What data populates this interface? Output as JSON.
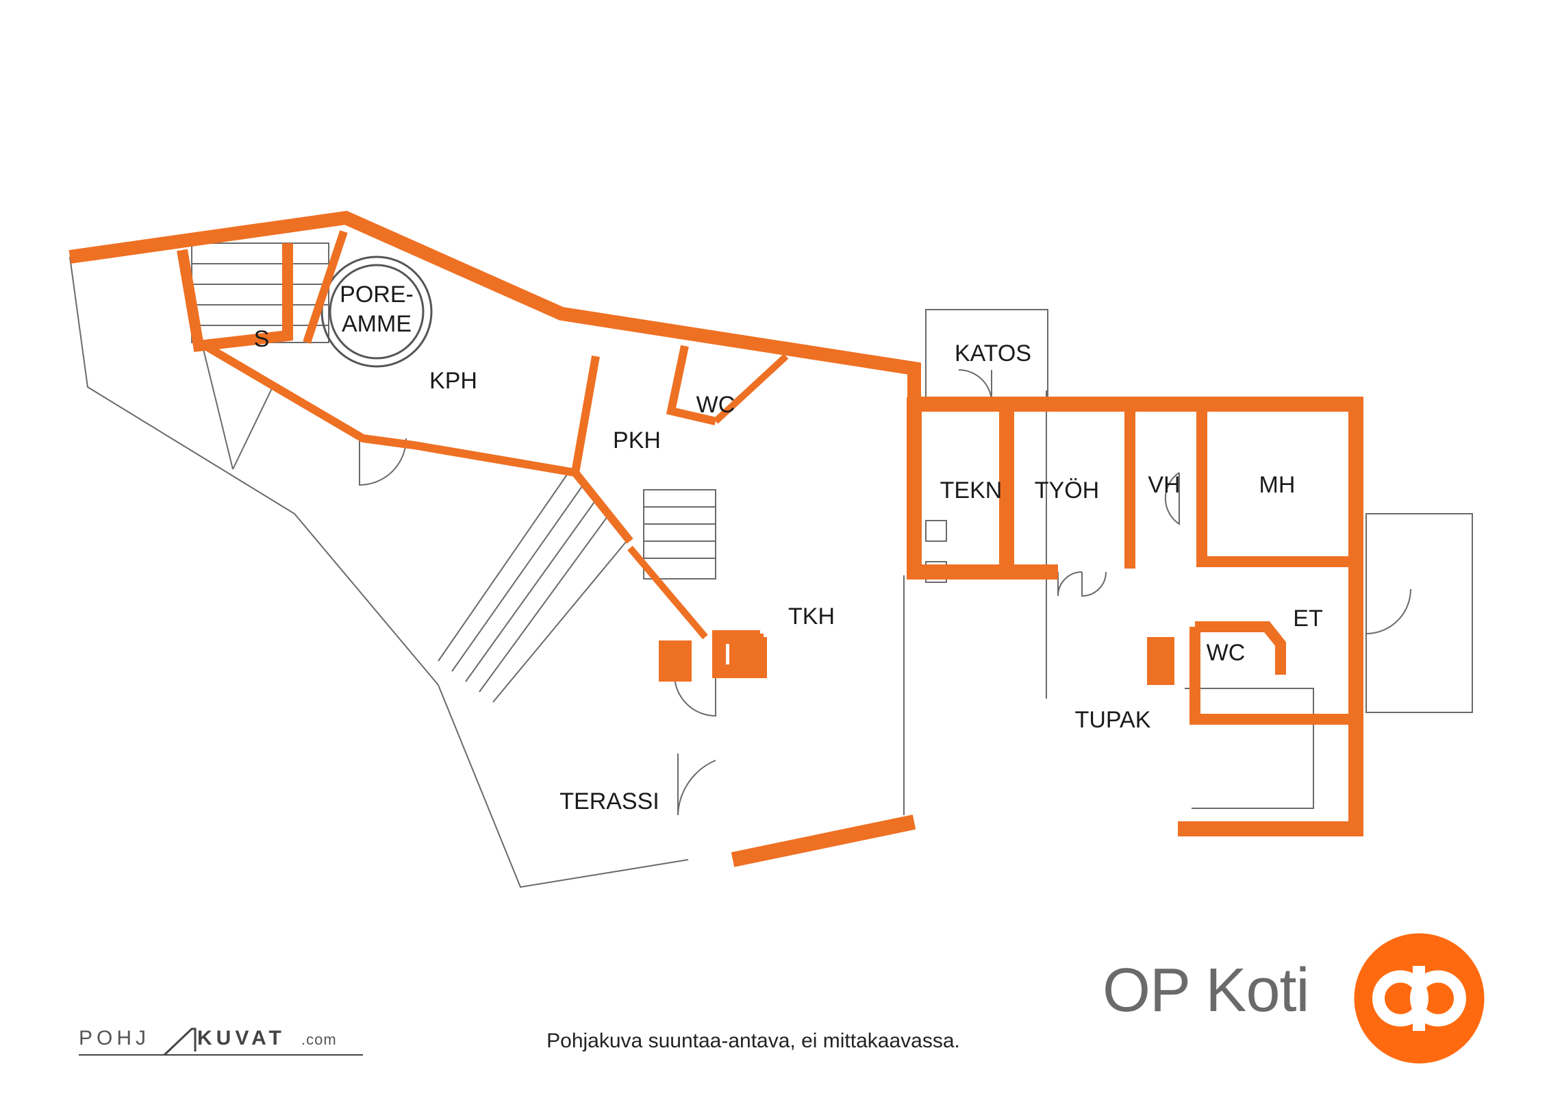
{
  "rooms": {
    "s": "S",
    "poreamme_line1": "PORE-",
    "poreamme_line2": "AMME",
    "kph": "KPH",
    "pkh": "PKH",
    "wc_upper": "WC",
    "katos": "KATOS",
    "tekn": "TEKN",
    "tyoh": "TYÖH",
    "vh": "VH",
    "mh": "MH",
    "tkh": "TKH",
    "et": "ET",
    "wc_lower": "WC",
    "tupak": "TUPAK",
    "terassi": "TERASSI"
  },
  "caption": "Pohjakuva suuntaa-antava, ei mittakaavassa.",
  "brand": {
    "name": "OP Koti",
    "logo_icon": "op-logo-icon"
  },
  "watermark": {
    "part1": "POHJ",
    "part2": "KUVAT",
    "suffix": ".com"
  },
  "colors": {
    "wall": "#ee7023",
    "line": "#6a6a6a",
    "brand_orange": "#ff6a10",
    "brand_text": "#6a6a6a"
  }
}
